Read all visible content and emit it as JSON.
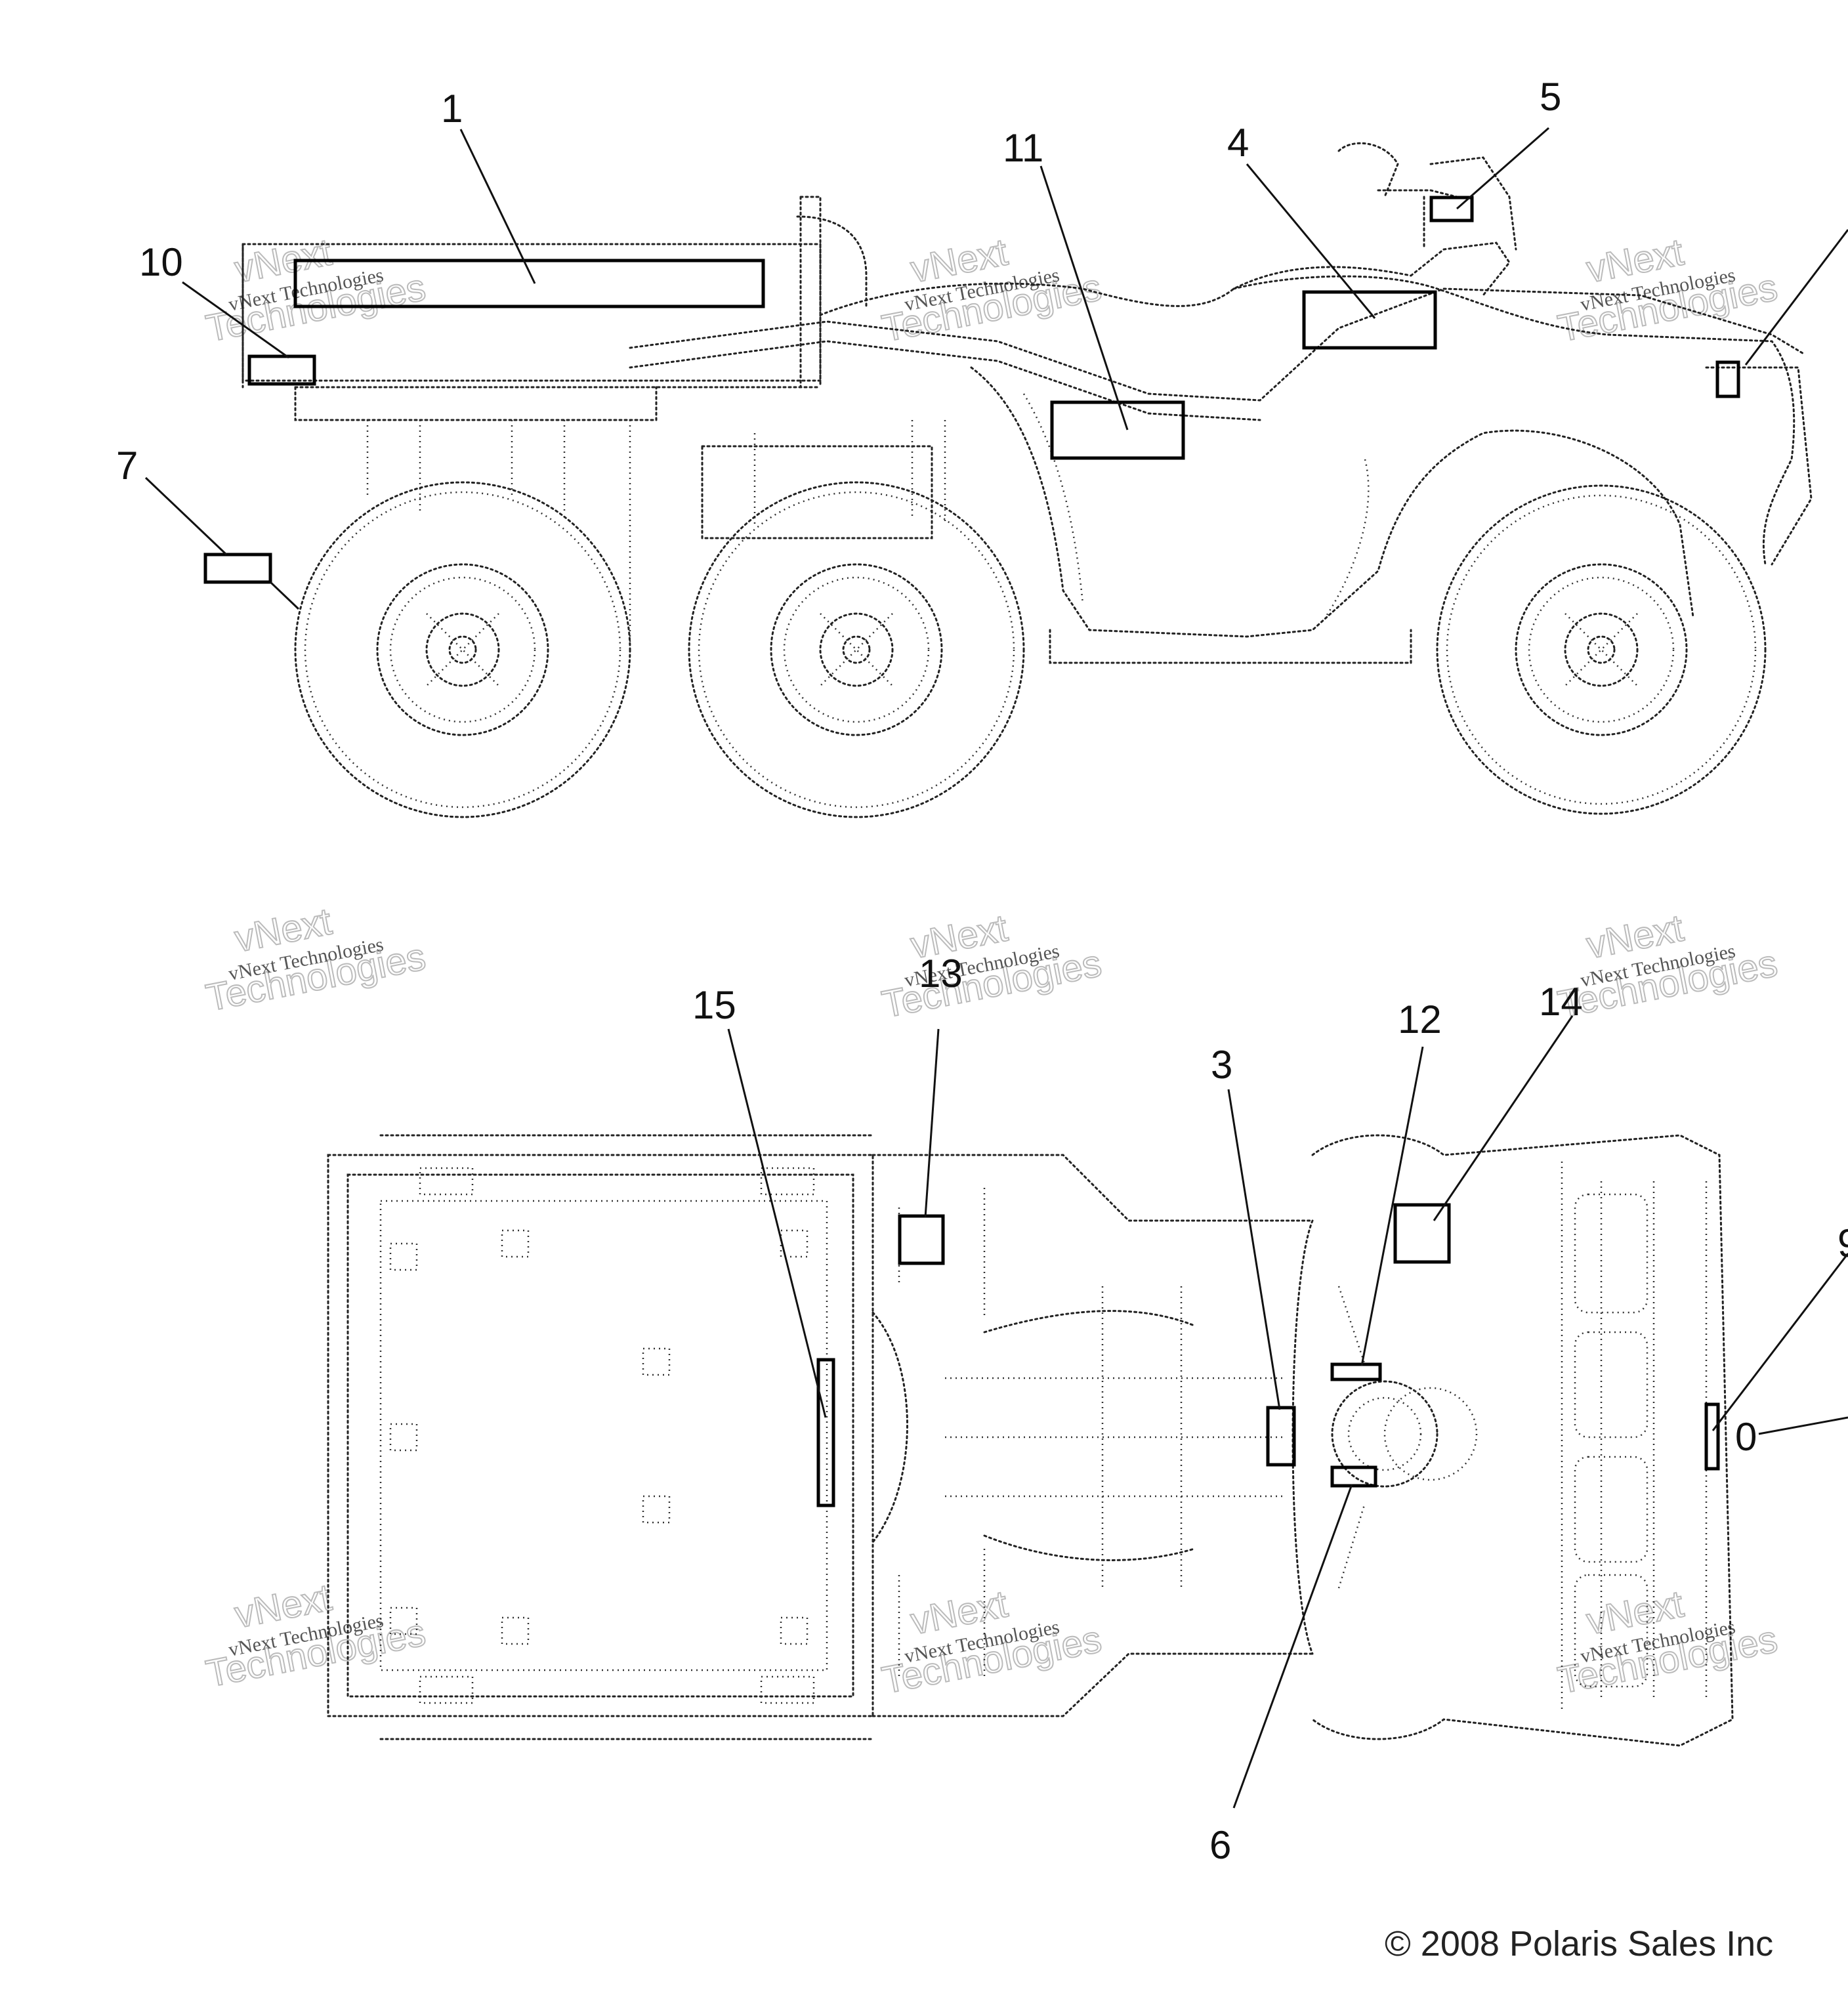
{
  "callouts": {
    "c1": "1",
    "c3": "3",
    "c4": "4",
    "c5": "5",
    "c6": "6",
    "c7": "7",
    "c9": "9",
    "c10": "10",
    "c11": "11",
    "c12": "12",
    "c13": "13",
    "c14": "14",
    "c15": "15",
    "c0": "0"
  },
  "watermark": {
    "line1": "vNext Technologies",
    "line2": "vNext",
    "line3": "Technologies"
  },
  "copyright": "© 2008 Polaris Sales Inc"
}
